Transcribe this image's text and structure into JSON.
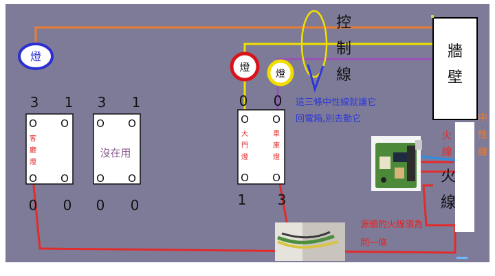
{
  "colors": {
    "background": "#7e7b99",
    "panel": "#ffffff",
    "wall": "#ffffff",
    "wire_control": "#f1e000",
    "wire_control_alt": "#ec7c2e",
    "wire_neutral": "#9b4fb8",
    "wire_neutral_blue": "#2b8fe6",
    "wire_live": "#e22b2b",
    "annotation_blue": "#2d38d6",
    "annotation_red": "#e62020",
    "lamp_blue": "#2b2fd1",
    "lamp_red": "#d8141a",
    "lamp_yellow": "#f2dd00"
  },
  "labels": {
    "control_wire": [
      "控",
      "制",
      "線"
    ],
    "wall": [
      "牆",
      "壁"
    ],
    "neutral_side": [
      "中",
      "性",
      "線"
    ],
    "live_small": [
      "火",
      "線"
    ],
    "live_big": [
      "火",
      "線"
    ],
    "note_neutral": [
      "這三條中性線就讓它",
      "回電箱,別去動它"
    ],
    "note_live": [
      "源頭的火線須為",
      "同一條"
    ]
  },
  "lamps": [
    {
      "text": "燈",
      "ring": "blue"
    },
    {
      "text": "燈",
      "ring": "red"
    },
    {
      "text": "燈",
      "ring": "yellow"
    }
  ],
  "switch1": {
    "top_numbers": [
      "3",
      "1"
    ],
    "bottom_numbers": [
      "0",
      "0"
    ],
    "label": [
      "客",
      "廳",
      "燈"
    ],
    "terminal": "O"
  },
  "switch2": {
    "top_numbers": [
      "3",
      "1"
    ],
    "bottom_numbers": [
      "0",
      "0"
    ],
    "label": "沒在用",
    "terminal": "O"
  },
  "switch3": {
    "top_numbers": [
      "0",
      "0"
    ],
    "bottom_numbers": [
      "1",
      "3"
    ],
    "label_left": [
      "大",
      "門",
      "燈"
    ],
    "label_right": [
      "車",
      "庫",
      "燈"
    ],
    "terminal": "O"
  }
}
